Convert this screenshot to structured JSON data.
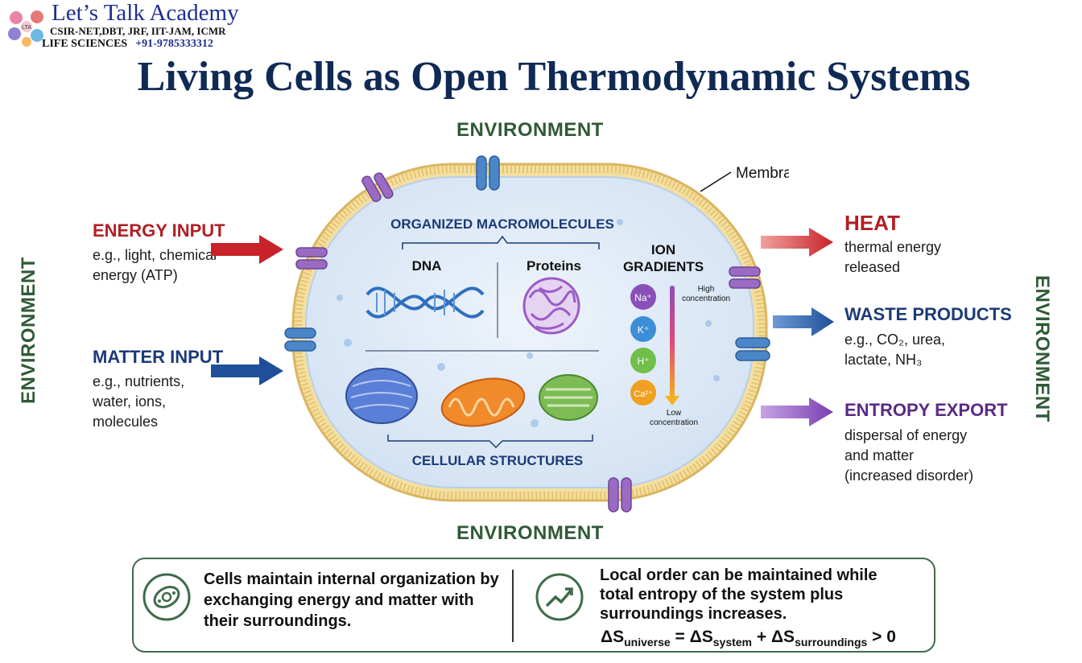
{
  "header": {
    "logo_name": "Let’s Talk Academy",
    "logo_exams": "CSIR-NET,DBT, JRF, IIT-JAM, ICMR",
    "logo_field": "LIFE SCIENCES",
    "logo_phone": "+91-9785333312",
    "logo_mark": "LTA"
  },
  "title": "Living Cells as Open Thermodynamic Systems",
  "environment_label": "ENVIRONMENT",
  "cell": {
    "membrane_label": "Membrane",
    "macromolecules_label": "ORGANIZED MACROMOLECULES",
    "dna_label": "DNA",
    "proteins_label": "Proteins",
    "structures_label": "CELLULAR STRUCTURES",
    "ion_gradients_line1": "ION",
    "ion_gradients_line2": "GRADIENTS",
    "high_line1": "High",
    "high_line2": "concentration",
    "low_line1": "Low",
    "low_line2": "concentration",
    "ions": [
      {
        "label": "Na⁺",
        "color": "#8b4fb8"
      },
      {
        "label": "K⁺",
        "color": "#3c8fd6"
      },
      {
        "label": "H⁺",
        "color": "#6fbf4a"
      },
      {
        "label": "Ca²⁺",
        "color": "#f0a020"
      }
    ]
  },
  "left": {
    "energy_title": "ENERGY INPUT",
    "energy_line1": "e.g., light, chemical",
    "energy_line2": "energy (ATP)",
    "matter_title": "MATTER INPUT",
    "matter_line1": "e.g., nutrients,",
    "matter_line2": "water, ions,",
    "matter_line3": "molecules"
  },
  "right": {
    "heat_title": "HEAT",
    "heat_line1": "thermal energy",
    "heat_line2": "released",
    "waste_title": "WASTE PRODUCTS",
    "waste_line1": "e.g., CO₂, urea,",
    "waste_line2": "lactate, NH₃",
    "entropy_title": "ENTROPY EXPORT",
    "entropy_line1": "dispersal of energy",
    "entropy_line2": "and matter",
    "entropy_line3": "(increased disorder)"
  },
  "summary": {
    "left_line1": "Cells maintain internal organization by",
    "left_line2": "exchanging energy and matter with",
    "left_line3": "their surroundings.",
    "right_line1": "Local order can be maintained while",
    "right_line2": "total entropy of the system plus",
    "right_line3": "surroundings increases.",
    "formula_s1": "ΔS",
    "formula_sub1": "universe",
    "formula_eq": " = ",
    "formula_s2": "ΔS",
    "formula_sub2": "system",
    "formula_plus": " + ",
    "formula_s3": "ΔS",
    "formula_sub3": "surroundings",
    "formula_gt": " > 0"
  },
  "colors": {
    "red_arrow": "#c8232a",
    "blue_arrow": "#1f4f99",
    "purple_arrow": "#7a3fb0",
    "membrane": "#e8c774",
    "cytoplasm": "#dde9f6"
  }
}
